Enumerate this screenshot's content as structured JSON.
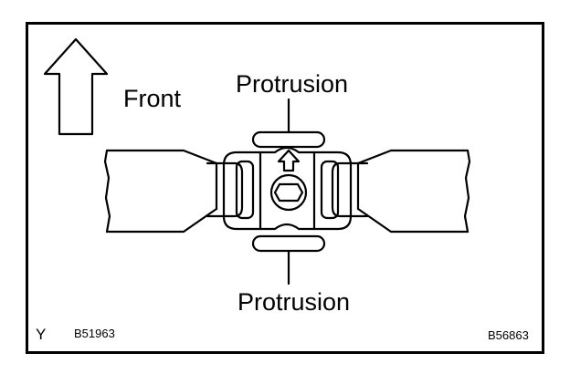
{
  "labels": {
    "front": "Front",
    "protrusion_top": "Protrusion",
    "protrusion_bottom": "Protrusion",
    "region_code": "Y",
    "figure_code_left": "B51963",
    "figure_code_right": "B56863"
  },
  "icons": {
    "front_arrow": "up-arrow-icon",
    "stopper_arrow": "up-arrow-icon",
    "bolt": "hex-bolt-icon"
  },
  "colors": {
    "line": "#000000",
    "background": "#ffffff"
  }
}
